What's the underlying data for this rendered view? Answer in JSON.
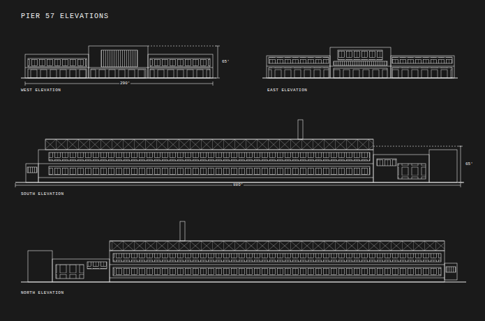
{
  "diagram": {
    "title": "PIER 57 ELEVATIONS",
    "labels": [
      "WEST ELEVATION",
      "290'",
      "65'",
      "EAST ELEVATION",
      "SOUTH ELEVATION",
      "880'",
      "65'",
      "NORTH ELEVATION"
    ]
  }
}
